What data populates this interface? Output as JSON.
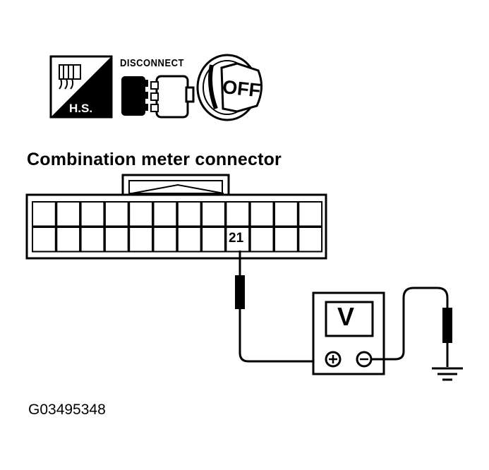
{
  "icons": {
    "hs_icon": {
      "name": "harness-sensor-icon",
      "label": "H.S."
    },
    "disconnect_icon": {
      "name": "disconnect-connector-icon",
      "label": "DISCONNECT"
    },
    "ignition_icon": {
      "name": "ignition-key-off-icon",
      "label": "OFF"
    }
  },
  "connector": {
    "title": "Combination meter connector",
    "pin_label": "21",
    "rows": 2,
    "columns": 12
  },
  "meter": {
    "display": "V",
    "positive_terminal": "+",
    "negative_terminal": "−"
  },
  "figure_id": "G03495348"
}
